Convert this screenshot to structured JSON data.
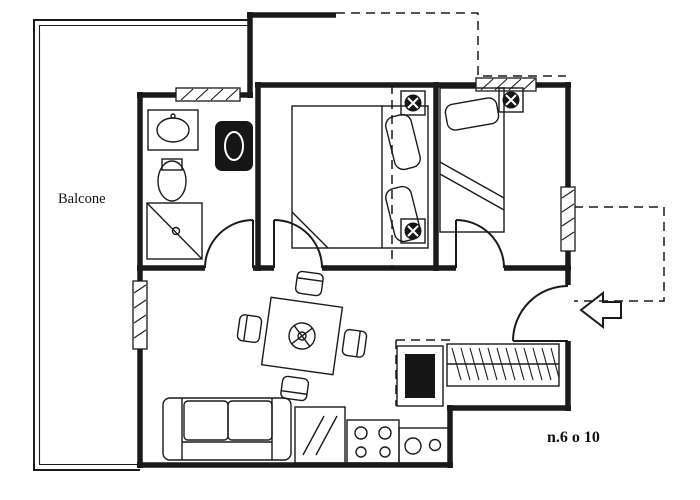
{
  "plan": {
    "balcony_label": "Balcone",
    "unit_label": "n.6 o 10",
    "line_color": "#1a1a1a",
    "background": "#ffffff",
    "rooms": [
      "balcony",
      "bathroom",
      "main-bedroom",
      "second-bedroom",
      "living-dining",
      "kitchen",
      "entry"
    ],
    "furniture": [
      "washbasin",
      "bidet",
      "vanity-basin",
      "shower",
      "double-bed",
      "single-bed",
      "dining-table",
      "dining-chairs",
      "sofa",
      "appliance-unit",
      "stove",
      "kitchen-sink",
      "fridge",
      "wardrobe-hangers",
      "entry-door",
      "entry-arrow"
    ]
  }
}
